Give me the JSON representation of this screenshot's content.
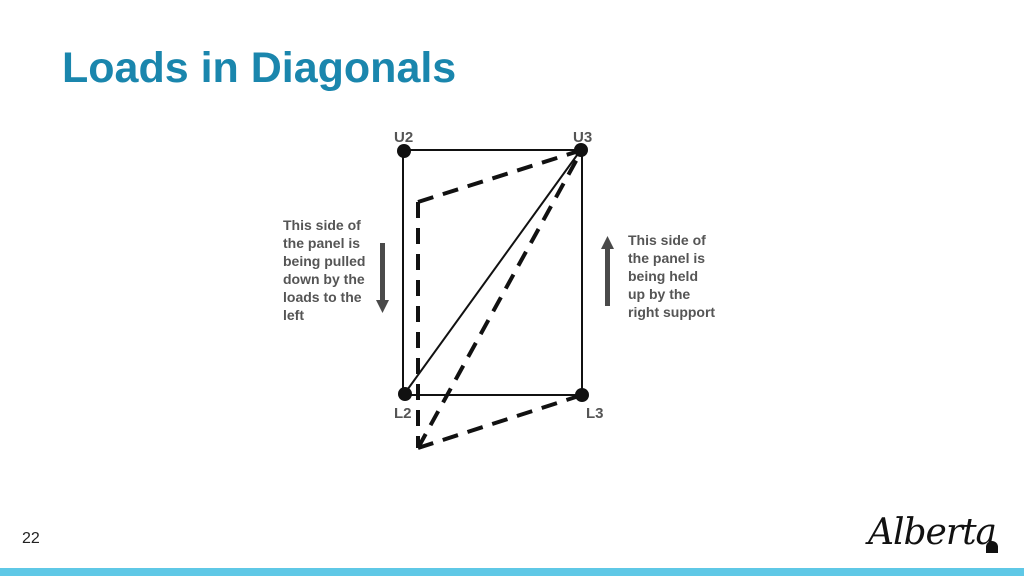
{
  "slide": {
    "title": "Loads in Diagonals",
    "page_number": "22",
    "logo_text": "Alberta"
  },
  "diagram": {
    "nodes": {
      "u2": "U2",
      "u3": "U3",
      "l2": "L2",
      "l3": "L3"
    },
    "left_note": [
      "This side of",
      "the panel is",
      "being pulled",
      "down by the",
      "loads to the",
      "left"
    ],
    "right_note": [
      "This side of",
      "the panel is",
      "being held",
      "up by the",
      "right support"
    ]
  },
  "colors": {
    "title": "#1a86ad",
    "arrow": "#4a4a4a",
    "bottom_bar": "#5fc8e6"
  }
}
